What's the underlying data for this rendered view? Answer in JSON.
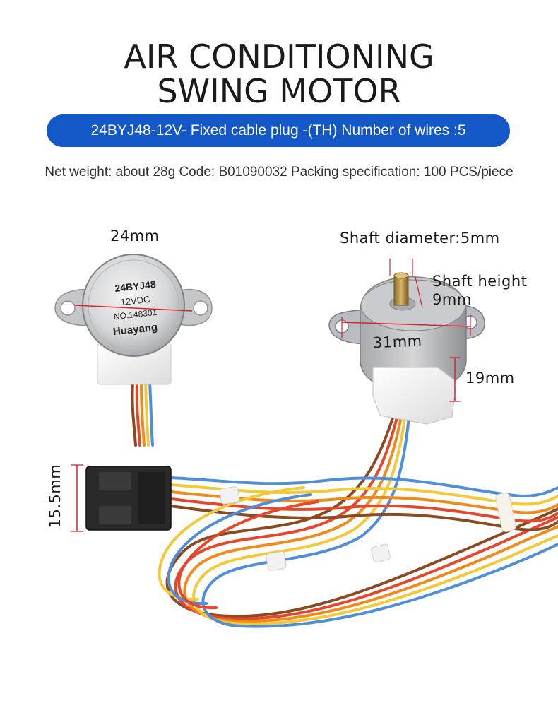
{
  "title": {
    "line1": "AIR CONDITIONING",
    "line2": "SWING MOTOR"
  },
  "banner": {
    "text": "24BYJ48-12V- Fixed cable plug -(TH) Number of wires :5"
  },
  "specs": {
    "text": "Net weight: about 28g Code: B01090032 Packing specification: 100 PCS/piece"
  },
  "motor_label": {
    "line1": "24BYJ48",
    "line2": "12VDC",
    "line3": "NO:148301",
    "line4": "Huayang"
  },
  "dimensions": {
    "width_front": "24mm",
    "shaft_diameter": "Shaft diameter:5mm",
    "shaft_height_label": "Shaft height",
    "shaft_height_value": "9mm",
    "mount_span": "31mm",
    "body_height": "19mm",
    "connector_height": "15.5mm"
  },
  "colors": {
    "banner": "#1457c7",
    "measure_line": "#e0202a",
    "wire_red": "#e4472c",
    "wire_orange": "#f08a1c",
    "wire_yellow": "#f3c93a",
    "wire_blue": "#4f8fd9",
    "wire_brown": "#8a4a22"
  }
}
